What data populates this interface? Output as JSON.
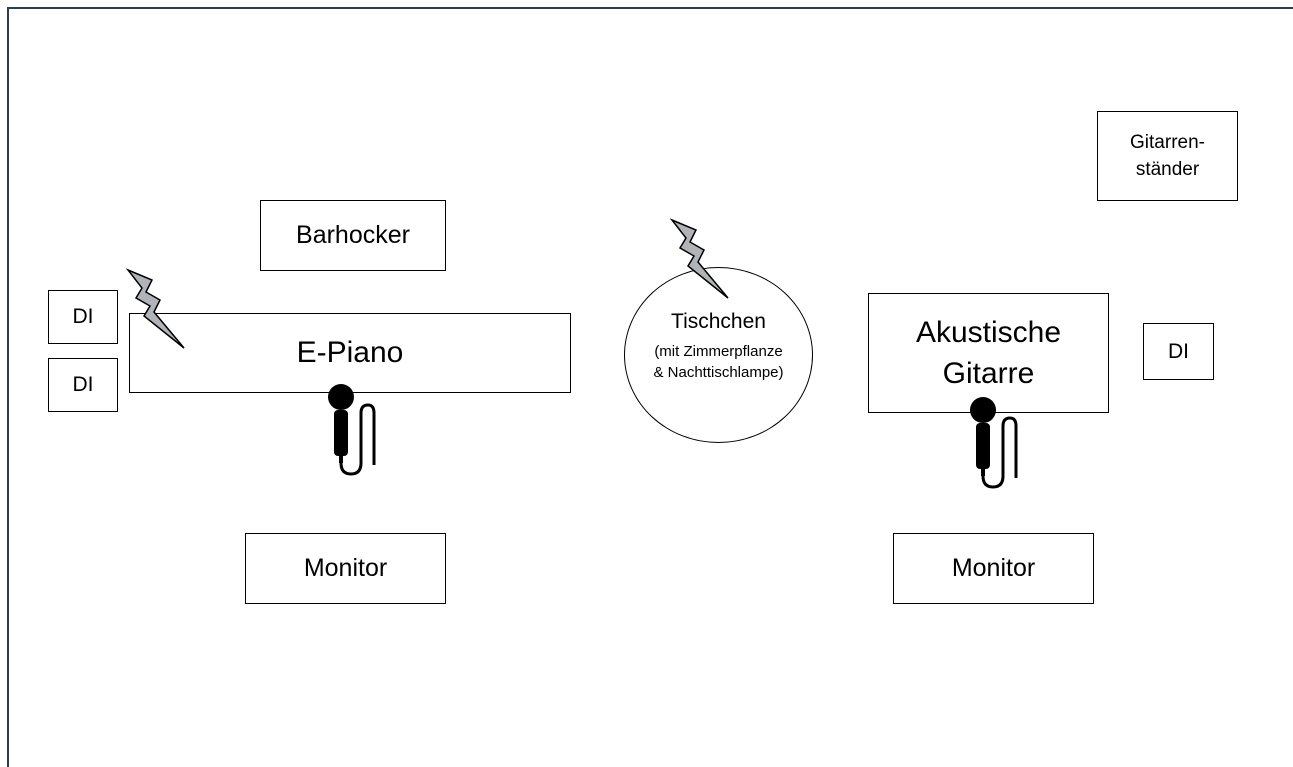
{
  "stage": {
    "barhocker": "Barhocker",
    "epiano": "E-Piano",
    "di_left_top": "DI",
    "di_left_bottom": "DI",
    "monitor_left": "Monitor",
    "tischchen": {
      "title": "Tischchen",
      "line1": "(mit Zimmerpflanze",
      "line2": "& Nachttischlampe)"
    },
    "akustik": {
      "line1": "Akustische",
      "line2": "Gitarre"
    },
    "di_right": "DI",
    "gitarrenstaender": {
      "line1": "Gitarren-",
      "line2": "ständer"
    },
    "monitor_right": "Monitor"
  },
  "colors": {
    "frame": "#2c3e50",
    "power_fill": "#b0b3b8",
    "outline": "#000000"
  },
  "icons": [
    "power-bolt-icon",
    "power-bolt-icon",
    "microphone-icon",
    "microphone-icon"
  ]
}
